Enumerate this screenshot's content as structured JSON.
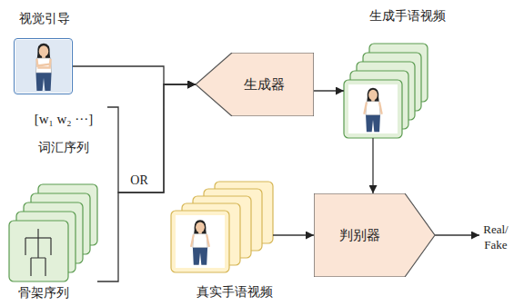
{
  "diagram": {
    "nodes": [
      {
        "text": [
          "视觉引导"
        ]
      },
      {
        "text": [
          "[w₁ w₂ ···]",
          "词汇序列"
        ]
      },
      {
        "text": [
          "骨架序列"
        ]
      },
      {
        "text": [
          "生成器"
        ]
      },
      {
        "text": [
          "生成手语视频"
        ]
      },
      {
        "text": [
          "真实手语视频"
        ]
      },
      {
        "text": [
          "判别器"
        ]
      },
      {
        "text": [
          "Real/ Fake"
        ]
      }
    ],
    "edges": [
      {
        "from": 0,
        "to": 3,
        "arrow": "to"
      },
      {
        "from": 1,
        "to": 3,
        "arrow": "to",
        "label": "OR"
      },
      {
        "from": 2,
        "to": 3,
        "arrow": "to"
      },
      {
        "from": 3,
        "to": 4,
        "arrow": "to"
      },
      {
        "from": 4,
        "to": 6,
        "arrow": "to"
      },
      {
        "from": 5,
        "to": 6,
        "arrow": "to"
      },
      {
        "from": 6,
        "to": 7,
        "arrow": "to"
      }
    ]
  }
}
